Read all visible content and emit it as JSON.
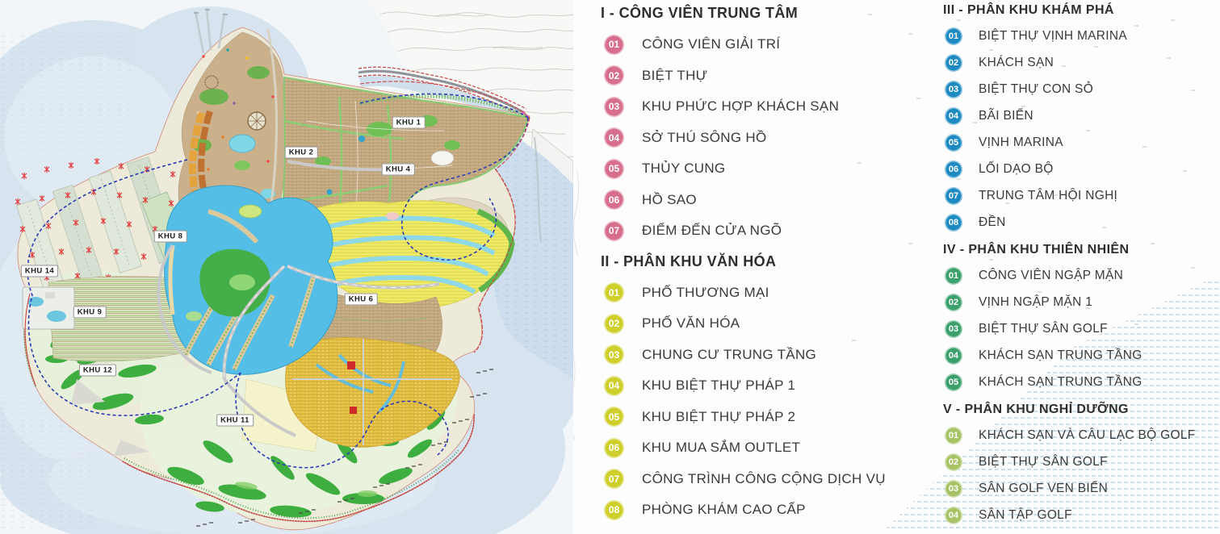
{
  "map": {
    "zone_labels": [
      {
        "text": "KHU 1"
      },
      {
        "text": "KHU 2"
      },
      {
        "text": "KHU 4"
      },
      {
        "text": "KHU 8"
      },
      {
        "text": "KHU 14"
      },
      {
        "text": "KHU 9"
      },
      {
        "text": "KHU 12"
      },
      {
        "text": "KHU 11"
      },
      {
        "text": "KHU 6"
      }
    ]
  },
  "legend": {
    "sections": [
      {
        "title": "I - CÔNG VIÊN TRUNG TÂM",
        "badge_color": "#d76e8c",
        "items": [
          {
            "num": "01",
            "label": "CÔNG VIÊN GIẢI TRÍ"
          },
          {
            "num": "02",
            "label": "BIỆT THỰ"
          },
          {
            "num": "03",
            "label": "KHU PHỨC HỢP KHÁCH SẠN"
          },
          {
            "num": "04",
            "label": "SỞ THÚ SÔNG HỒ"
          },
          {
            "num": "05",
            "label": "THỦY CUNG"
          },
          {
            "num": "06",
            "label": "HỒ SAO"
          },
          {
            "num": "07",
            "label": "ĐIỂM ĐẾN CỬA NGÕ"
          }
        ]
      },
      {
        "title": "II - PHÂN KHU VĂN HÓA",
        "badge_color": "#cfcf2b",
        "items": [
          {
            "num": "01",
            "label": "PHỐ THƯƠNG MẠI"
          },
          {
            "num": "02",
            "label": "PHỐ VĂN HÓA"
          },
          {
            "num": "03",
            "label": "CHUNG CƯ TRUNG TẦNG"
          },
          {
            "num": "04",
            "label": "KHU BIỆT THỰ PHÁP 1"
          },
          {
            "num": "05",
            "label": "KHU BIỆT THỰ PHÁP 2"
          },
          {
            "num": "06",
            "label": "KHU MUA SẮM OUTLET"
          },
          {
            "num": "07",
            "label": "CÔNG TRÌNH CÔNG CỘNG DỊCH VỤ"
          },
          {
            "num": "08",
            "label": "PHÒNG KHÁM CAO CẤP"
          }
        ]
      },
      {
        "title": "III - PHÂN KHU KHÁM PHÁ",
        "badge_color": "#1d8bc2",
        "items": [
          {
            "num": "01",
            "label": "BIỆT THỰ VỊNH MARINA"
          },
          {
            "num": "02",
            "label": "KHÁCH SẠN"
          },
          {
            "num": "03",
            "label": "BIỆT THỰ CON SỎ"
          },
          {
            "num": "04",
            "label": "BÃI BIỂN"
          },
          {
            "num": "05",
            "label": "VỊNH MARINA"
          },
          {
            "num": "06",
            "label": "LỐI DẠO BỘ"
          },
          {
            "num": "07",
            "label": "TRUNG TÂM HỘI NGHỊ"
          },
          {
            "num": "08",
            "label": "ĐỀN"
          }
        ]
      },
      {
        "title": "IV - PHÂN KHU THIÊN NHIÊN",
        "badge_color": "#3ba06b",
        "items": [
          {
            "num": "01",
            "label": "CÔNG VIÊN NGẬP MẶN"
          },
          {
            "num": "02",
            "label": "VỊNH NGẬP MẶN 1"
          },
          {
            "num": "03",
            "label": "BIỆT THỰ SÂN GOLF"
          },
          {
            "num": "04",
            "label": "KHÁCH SẠN TRUNG TẦNG"
          },
          {
            "num": "05",
            "label": "KHÁCH SẠN TRUNG TẦNG"
          }
        ]
      },
      {
        "title": "V - PHÂN KHU NGHỈ DƯỠNG",
        "badge_color": "#a7c365",
        "items": [
          {
            "num": "01",
            "label": "KHÁCH SẠN VÀ CÂU LẠC BỘ GOLF"
          },
          {
            "num": "02",
            "label": "BIỆT THỰ SÂN GOLF"
          },
          {
            "num": "03",
            "label": "SÂN GOLF VEN BIỂN"
          },
          {
            "num": "04",
            "label": "SÂN TẬP GOLF"
          }
        ]
      }
    ]
  },
  "colors": {
    "boundary_blue": "#2d3bb5",
    "boundary_red": "#cc4444",
    "lake_blue": "#55bee6",
    "golf_green": "#3fae40",
    "housing_tan": "#cbb189",
    "marina_yellow": "#f0eb66",
    "housing_gold": "#eac84e"
  }
}
